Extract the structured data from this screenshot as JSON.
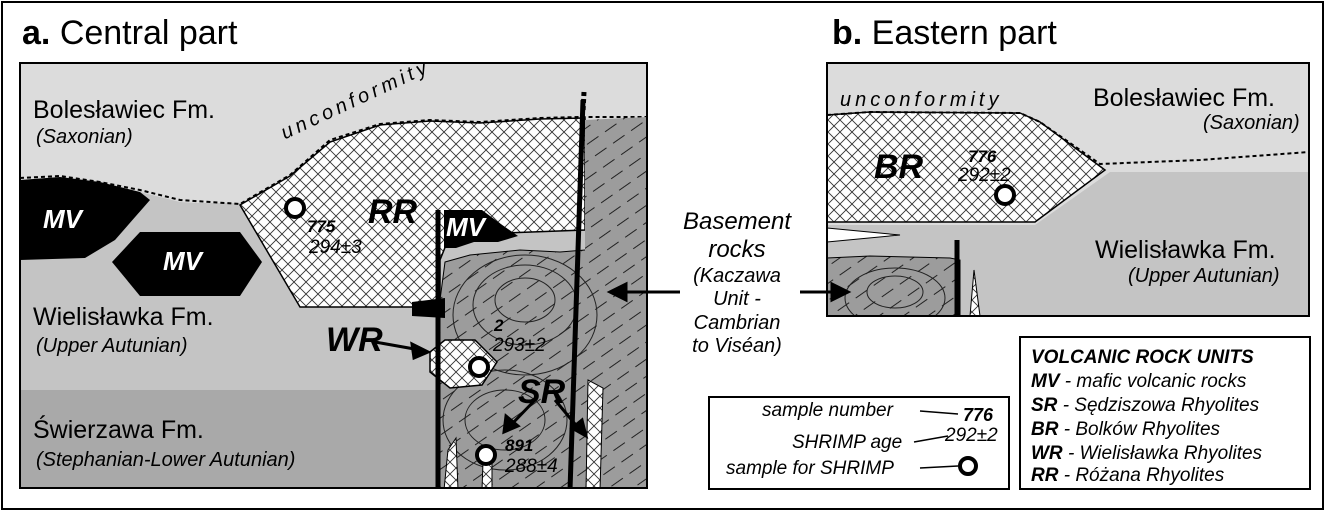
{
  "panel_a": {
    "letter": "a.",
    "title": "Central part",
    "formations": {
      "boleslawiec": {
        "name": "Bolesławiec Fm.",
        "age": "(Saxonian)"
      },
      "wielislawka": {
        "name": "Wielisławka Fm.",
        "age": "(Upper Autunian)"
      },
      "swierzawa": {
        "name": "Świerzawa Fm.",
        "age": "(Stephanian-Lower Autunian)"
      }
    },
    "unconformity": "unconformity",
    "units": {
      "mv1": "MV",
      "mv2": "MV",
      "mv3": "MV",
      "rr": "RR",
      "wr": "WR",
      "sr": "SR"
    },
    "samples": [
      {
        "number": "775",
        "age": "294±3"
      },
      {
        "number": "2",
        "age": "293±2"
      },
      {
        "number": "891",
        "age": "288±4"
      }
    ]
  },
  "panel_b": {
    "letter": "b.",
    "title": "Eastern part",
    "formations": {
      "boleslawiec": {
        "name": "Bolesławiec Fm.",
        "age": "(Saxonian)"
      },
      "wielislawka": {
        "name": "Wielisławka Fm.",
        "age": "(Upper Autunian)"
      }
    },
    "unconformity": "unconformity",
    "units": {
      "br": "BR"
    },
    "samples": [
      {
        "number": "776",
        "age": "292±2"
      }
    ]
  },
  "basement": {
    "title": "Basement rocks",
    "lines": [
      "(Kaczawa",
      "Unit -",
      "Cambrian",
      "to Viséan)"
    ]
  },
  "sample_legend": {
    "number_label": "sample number",
    "number_value": "776",
    "age_label": "SHRIMP age",
    "age_value": "292±2",
    "sample_label": "sample for SHRIMP"
  },
  "units_legend": {
    "title": "VOLCANIC ROCK UNITS",
    "items": [
      {
        "code": "MV",
        "name": "- mafic volcanic rocks"
      },
      {
        "code": "SR",
        "name": "- Sędziszowa Rhyolites"
      },
      {
        "code": "BR",
        "name": "- Bolków Rhyolites"
      },
      {
        "code": "WR",
        "name": "- Wielisławka Rhyolites"
      },
      {
        "code": "RR",
        "name": "- Różana Rhyolites"
      }
    ]
  },
  "colors": {
    "saxonian_fill": "#dcdcdc",
    "autunian_fill": "#c4c4c4",
    "stephanian_fill": "#a9a9a9",
    "basement_fill": "#9c9c9c",
    "mafic_fill": "#000000",
    "rhyolite_fill": "#ffffff"
  }
}
